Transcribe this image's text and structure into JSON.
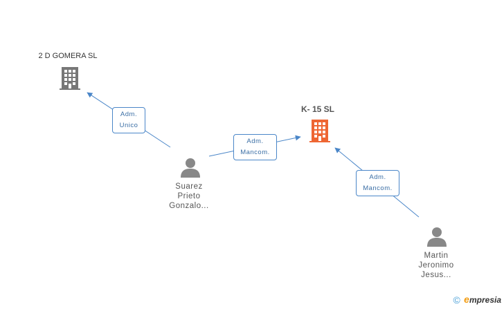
{
  "companies": [
    {
      "name": "2 D GOMERA SL",
      "color": "#777777",
      "main": false
    },
    {
      "name": "K- 15 SL",
      "color": "#ee6633",
      "main": true
    }
  ],
  "persons": [
    {
      "lines": [
        "Suarez",
        "Prieto",
        "Gonzalo..."
      ]
    },
    {
      "lines": [
        "Martin",
        "Jeronimo",
        "Jesus..."
      ]
    }
  ],
  "relations": [
    {
      "role_lines": [
        "Adm.",
        "Unico"
      ]
    },
    {
      "role_lines": [
        "Adm.",
        "Mancom."
      ]
    },
    {
      "role_lines": [
        "Adm.",
        "Mancom."
      ]
    }
  ],
  "footer": {
    "copyright": "©",
    "brand_e": "e",
    "brand_rest": "mpresia"
  },
  "colors": {
    "edge": "#4a86c8",
    "person_icon": "#888888"
  }
}
